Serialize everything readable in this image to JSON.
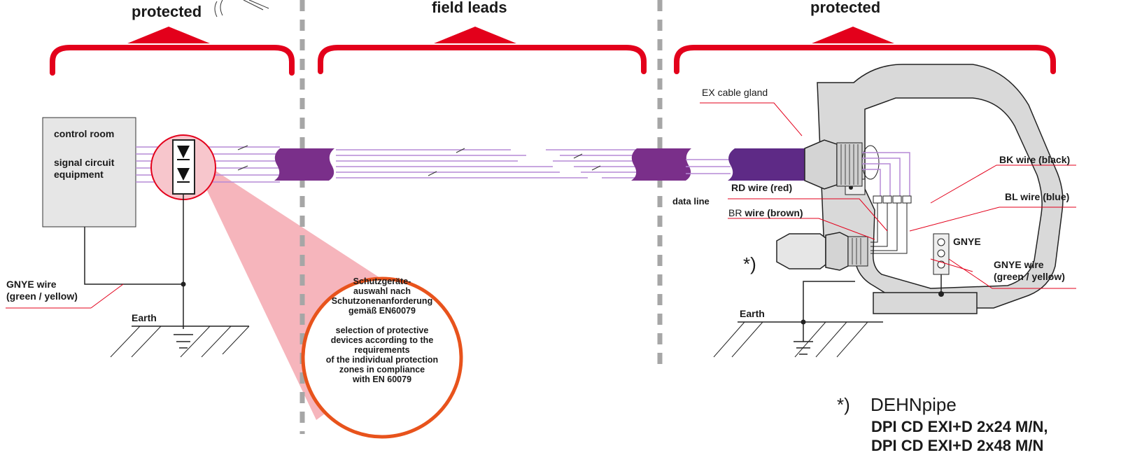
{
  "zones": {
    "left_header": "protected",
    "center_header": "field leads",
    "right_header": "protected"
  },
  "control_room": {
    "title": "control room",
    "line1": "signal circuit",
    "line2": "equipment"
  },
  "left_labels": {
    "gnye_wire_1": "GNYE wire",
    "gnye_wire_2": "(green / yellow)",
    "earth": "Earth"
  },
  "circle": {
    "de_lines": [
      "Schutzgeräte-",
      "auswahl nach",
      "Schutzonenanforderung",
      "gemäß EN60079"
    ],
    "en_lines": [
      "selection of protective",
      "devices according to the",
      "requirements",
      "of the individual protection",
      "zones in compliance",
      "with EN 60079"
    ]
  },
  "right_labels": {
    "ex_cable_gland": "EX cable gland",
    "data_line": "data line",
    "rd_wire": "RD wire (red)",
    "br_prefix": "BR",
    "br_suffix": " wire (brown)",
    "bk_wire": "BK wire (black)",
    "bl_wire": "BL wire (blue)",
    "gnye_tag": "GNYE",
    "gnye_wire_1": "GNYE wire",
    "gnye_wire_2": "(green / yellow)",
    "earth": "Earth",
    "asterisk": "*)"
  },
  "footnote": {
    "marker": "*)",
    "title": "DEHNpipe",
    "product1": "DPI CD EXI+D 2x24 M/N,",
    "product2": "DPI CD EXI+D 2x48 M/N"
  },
  "colors": {
    "bracket_red": "#e3001b",
    "arrow_red": "#e3001b",
    "cable_purple": "#6b2c91",
    "wire_violet": "#b58ad6",
    "housing_gray": "#d9d9d9",
    "circle_orange": "#e8531c",
    "cone_pink": "#f4a8b0",
    "divider_gray": "#a6a6a6"
  }
}
